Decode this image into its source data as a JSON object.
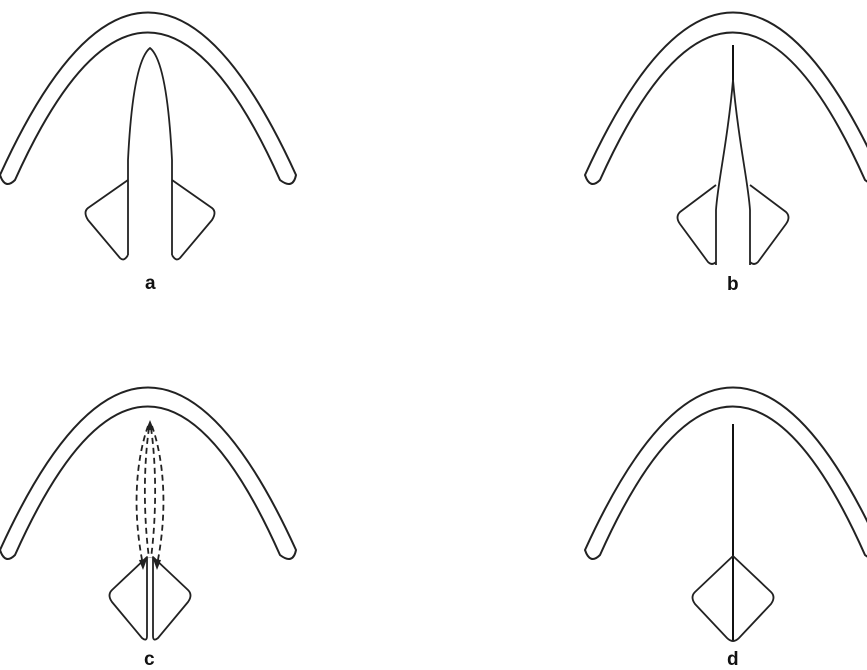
{
  "panels": [
    {
      "id": "a",
      "label": "a"
    },
    {
      "id": "b",
      "label": "b"
    },
    {
      "id": "c",
      "label": "c"
    },
    {
      "id": "d",
      "label": "d"
    }
  ],
  "colors": {
    "stroke": "#222222",
    "background": "#ffffff"
  }
}
